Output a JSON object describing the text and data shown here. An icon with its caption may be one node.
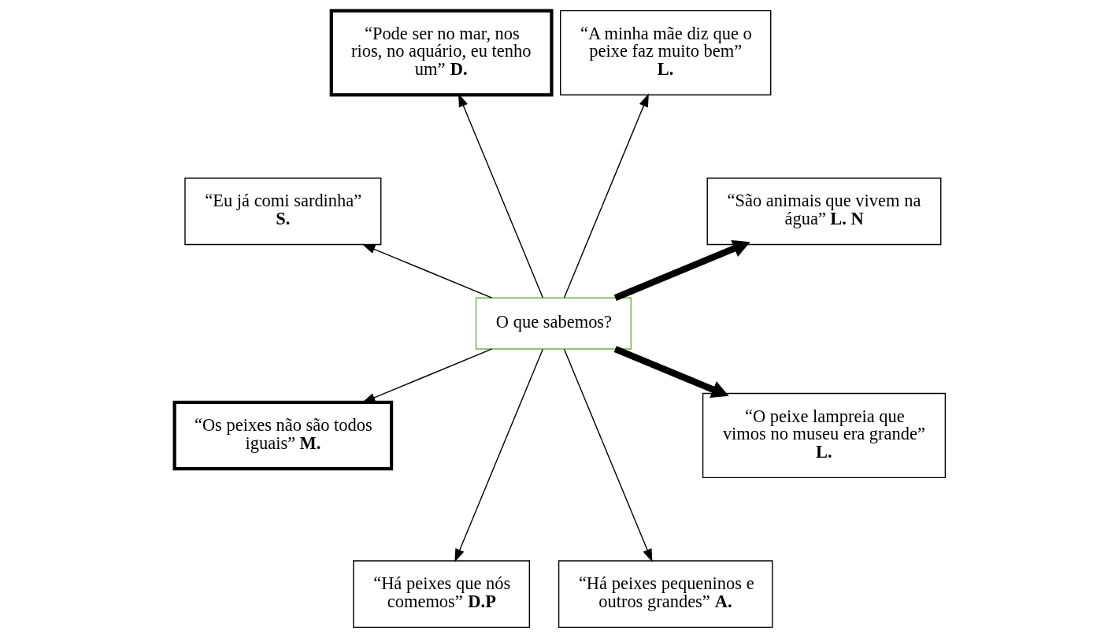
{
  "diagram": {
    "nodes": [
      {
        "text": [
          "O que sabemos?"
        ]
      },
      {
        "text": [
          "“São animais que vivem na água” **L. N**"
        ]
      },
      {
        "text": [
          "“A minha mãe diz que o peixe faz muito bem” **L.**"
        ]
      },
      {
        "text": [
          "“Pode ser no mar, nos rios, no aquário, eu tenho um” **D.**"
        ]
      },
      {
        "text": [
          "“Eu já comi sardinha” **S.**"
        ]
      },
      {
        "text": [
          "“Os peixes não são todos iguais” **M.**"
        ]
      },
      {
        "text": [
          "“Há peixes que nós comemos” **D.P**"
        ]
      },
      {
        "text": [
          "“Há peixes pequeninos e outros grandes” **A.**"
        ]
      },
      {
        "text": [
          "“O peixe lampreia que vimos no museu era grande” **L.**"
        ]
      }
    ],
    "edges": [
      {
        "from": 0,
        "to": 1,
        "arrow": "to",
        "style": "thick"
      },
      {
        "from": 0,
        "to": 2,
        "arrow": "to"
      },
      {
        "from": 0,
        "to": 3,
        "arrow": "to"
      },
      {
        "from": 0,
        "to": 4,
        "arrow": "to"
      },
      {
        "from": 0,
        "to": 5,
        "arrow": "to"
      },
      {
        "from": 0,
        "to": 6,
        "arrow": "to"
      },
      {
        "from": 0,
        "to": 7,
        "arrow": "to"
      },
      {
        "from": 0,
        "to": 8,
        "arrow": "to",
        "style": "thick"
      }
    ]
  }
}
